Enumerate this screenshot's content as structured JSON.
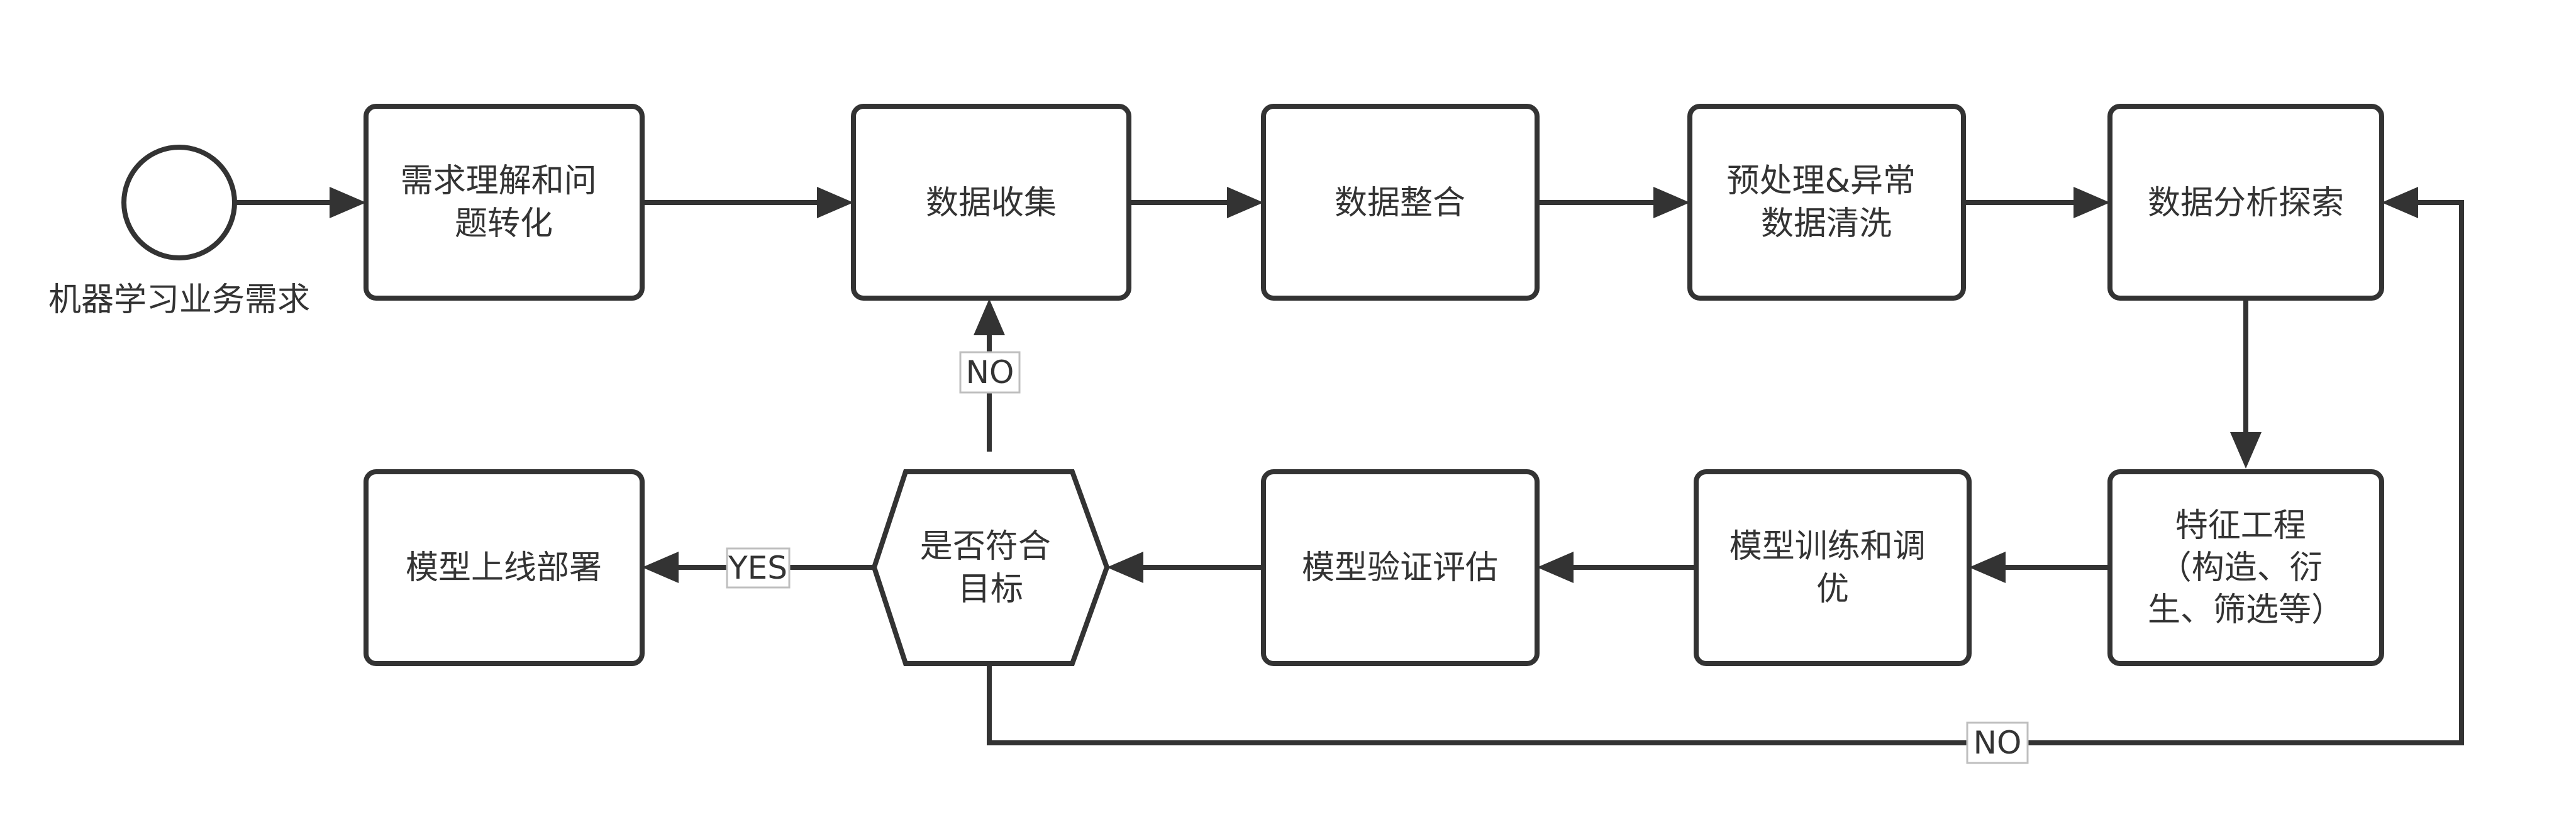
{
  "diagram": {
    "start": {
      "caption": "机器学习业务需求"
    },
    "nodes": {
      "n1": [
        "需求理解和问",
        "题转化"
      ],
      "n2": [
        "数据收集"
      ],
      "n3": [
        "数据整合"
      ],
      "n4": [
        "预处理&异常",
        "数据清洗"
      ],
      "n5": [
        "数据分析探索"
      ],
      "n6": [
        "特征工程",
        "（构造、衍",
        "生、筛选等）"
      ],
      "n7": [
        "模型训练和调",
        "优"
      ],
      "n8": [
        "模型验证评估"
      ],
      "decision": [
        "是否符合",
        "目标"
      ],
      "n10": [
        "模型上线部署"
      ]
    },
    "edge_labels": {
      "no_up": "NO",
      "yes": "YES",
      "no_loop": "NO"
    }
  },
  "colors": {
    "stroke": "#333333",
    "fill": "#ffffff"
  }
}
